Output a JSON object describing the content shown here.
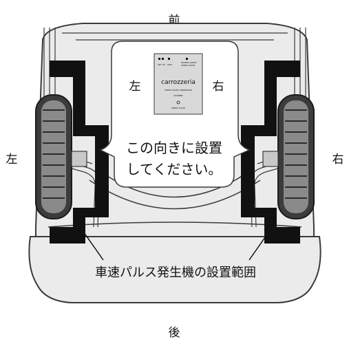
{
  "labels": {
    "front": "前",
    "rear": "後",
    "left_outer": "左",
    "right_outer": "右",
    "left_inner": "左",
    "right_inner": "右"
  },
  "callout": {
    "line1": "この向きに設置",
    "line2": "してください。"
  },
  "install_area_caption": "車速パルス発生機の設置範囲",
  "device": {
    "brand": "carrozzeria",
    "port_left_a": "SET UP",
    "port_left_b": "GND",
    "port_right_a": "POWER SUPPLY",
    "port_right_b": "SPEED PULSE",
    "product_name": "SPEED PULSE GENERATOR",
    "maker": "PIONEER",
    "model": "SPEED PULSE"
  },
  "colors": {
    "body_fill": "#ebebeb",
    "outline": "#3a3a3a",
    "black_zone": "#111111",
    "tire": "#3c3c3c",
    "device_fill": "#d9d9d9"
  }
}
